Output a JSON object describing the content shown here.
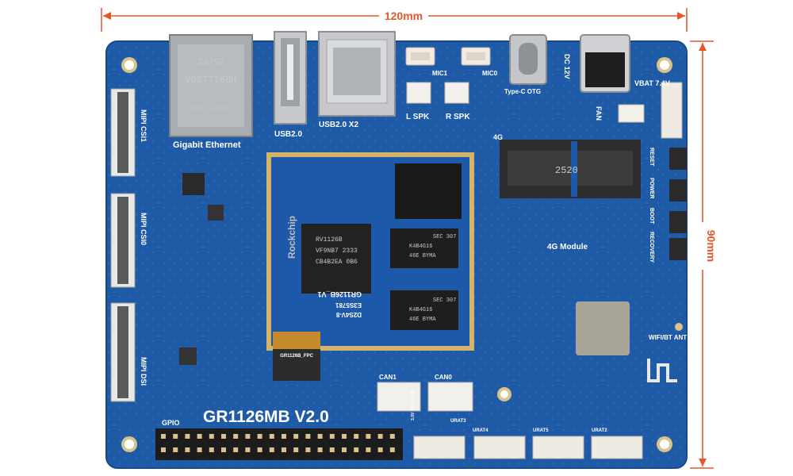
{
  "dimensions": {
    "width_label": "120mm",
    "height_label": "90mm"
  },
  "board": {
    "name": "GR1126MB V2.0"
  },
  "connectors": {
    "ethernet_jack_lines": [
      "25/02",
      "HR911130A"
    ],
    "ethernet_brand": "HanRun",
    "gigabit": "Gigabit Ethernet",
    "usb20": "USB2.0",
    "usb20x2": "USB2.0 X2",
    "mic1": "MIC1",
    "mic0": "MIC0",
    "lspk": "L SPK",
    "rspk": "R SPK",
    "typec": "Type-C OTG",
    "dc": "DC 12V",
    "vbat": "VBAT 7.4V",
    "fan": "FAN",
    "csi1": "MIPI CSI1",
    "csi0": "MIPI CSI0",
    "dsi": "MIPI DSI",
    "gpio": "GPIO",
    "can1": "CAN1",
    "can0": "CAN0",
    "fpc": "GR1126B_FPC",
    "wifi": "WIFI/BT ANT",
    "recovery": "RECOVERY",
    "boot": "BOOT",
    "power": "POWER",
    "reset": "RESET",
    "slot_4g": "4G",
    "module_4g": "4G Module",
    "minipcie_code": "2520",
    "uart_pins": "3.3V TX RX GND",
    "uart_names": [
      "URAT3",
      "URAT4",
      "URAT5",
      "URAT2"
    ]
  },
  "som": {
    "brand": "Rockchip",
    "soc_lines": [
      "RV1126B",
      "VF9NB7 2333",
      "CB4B2EA 0B6"
    ],
    "module_name": "GR1126B_V1",
    "module_code": "E3S5781",
    "module_code2": "D2S4V-8",
    "memory_lines": [
      "SEC 307",
      "K4B4G16",
      "46E BYMA"
    ],
    "memory2_lines": [
      "SEC 307",
      "K4B4G16",
      "46E BYMA"
    ]
  }
}
